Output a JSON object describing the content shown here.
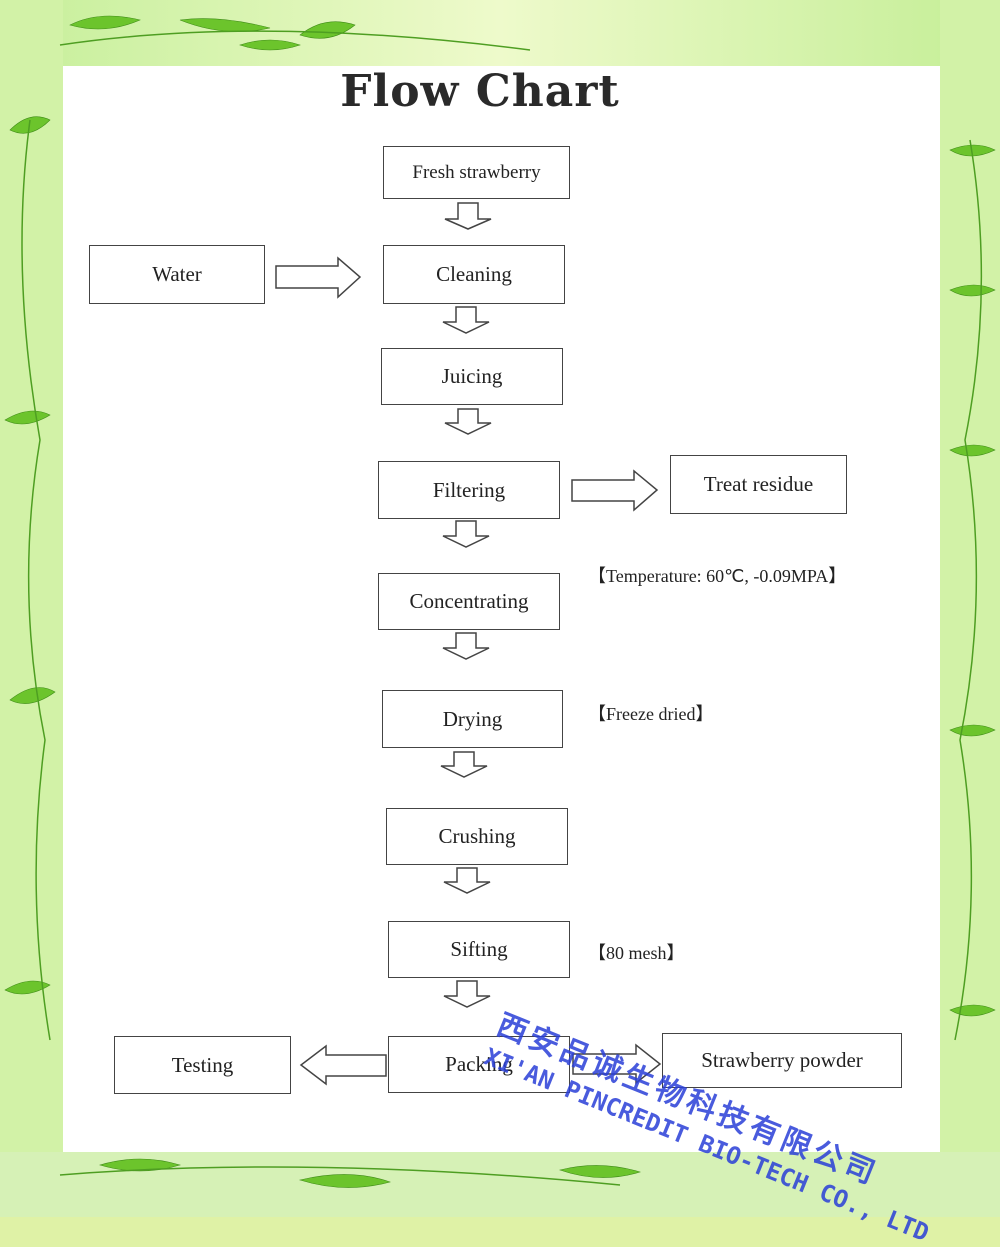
{
  "title": "Flow Chart",
  "steps": {
    "fresh": "Fresh strawberry",
    "water": "Water",
    "cleaning": "Cleaning",
    "juicing": "Juicing",
    "filtering": "Filtering",
    "treat_residue": "Treat residue",
    "concentrating": "Concentrating",
    "drying": "Drying",
    "crushing": "Crushing",
    "sifting": "Sifting",
    "packing": "Packing",
    "testing": "Testing",
    "strawberry_powder": "Strawberry powder"
  },
  "notes": {
    "concentrating": "【Temperature: 60℃, -0.09MPA】",
    "drying": "【Freeze dried】",
    "sifting": "【80 mesh】"
  },
  "stamp": {
    "chinese": "西安品诚生物科技有限公司",
    "english": "XI'AN PINCREDIT BIO-TECH CO., LTD"
  },
  "colors": {
    "stamp": "#2a3fd8",
    "border_green": "#cfeea0",
    "paper": "#ffffff"
  }
}
